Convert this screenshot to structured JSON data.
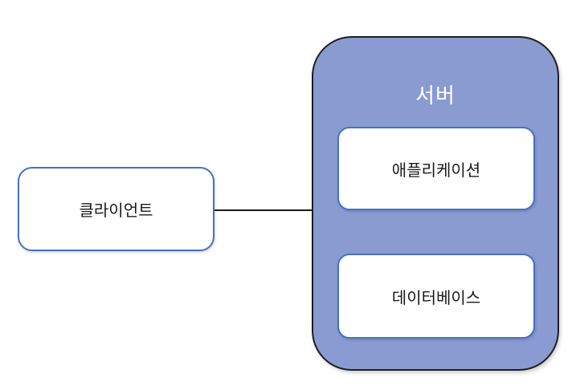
{
  "diagram": {
    "client": {
      "label": "클라이언트"
    },
    "server": {
      "label": "서버"
    },
    "application": {
      "label": "애플리케이션"
    },
    "database": {
      "label": "데이터베이스"
    },
    "connections": [
      {
        "from": "client",
        "to": "server",
        "orientation": "horizontal"
      },
      {
        "from": "application",
        "to": "database",
        "orientation": "vertical"
      }
    ],
    "colors": {
      "server_fill": "#8a9bd2",
      "server_border": "#1f1f1f",
      "node_fill": "#ffffff",
      "node_border": "#4472c4",
      "node_text": "#1a1a1a",
      "server_title_text": "#ffffff",
      "connector": "#1a1a1a",
      "background": "#ffffff"
    }
  }
}
